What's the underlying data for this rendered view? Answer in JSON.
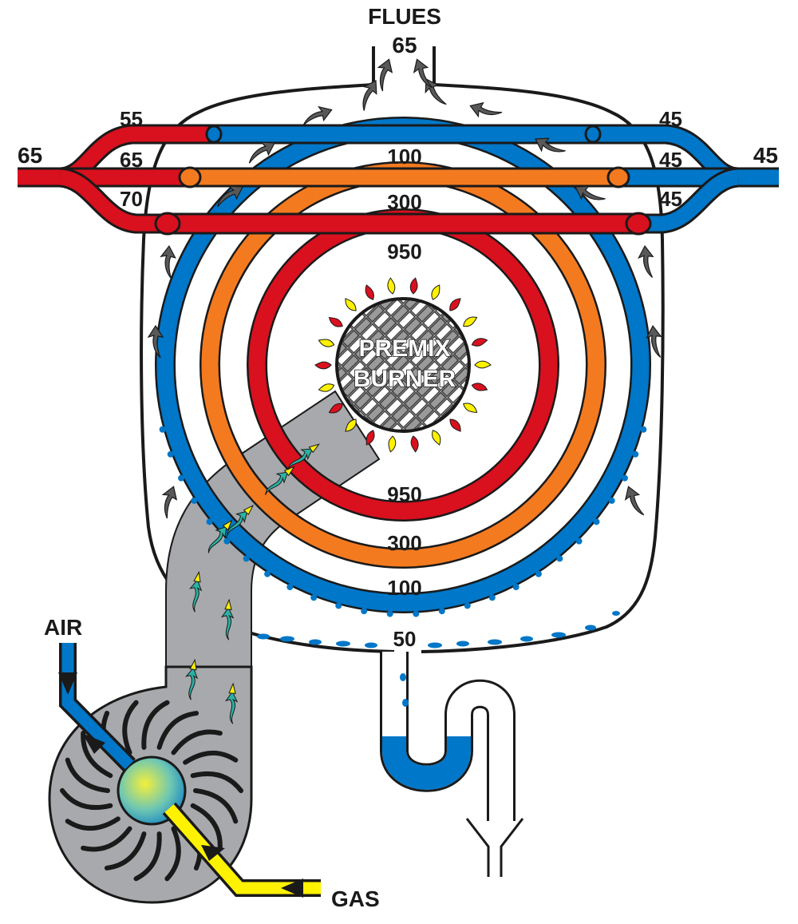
{
  "labels": {
    "flues": "FLUES",
    "flue_temp": "65",
    "air": "AIR",
    "gas": "GAS",
    "burner_line1": "PREMIX",
    "burner_line2": "BURNER",
    "flow_out": "65",
    "return_in": "45",
    "red_pipe_top": "55",
    "red_pipe_mid": "65",
    "red_pipe_bottom": "70",
    "blue_pipe_top": "45",
    "blue_pipe_mid": "45",
    "blue_pipe_bottom": "45",
    "ring_blue_top": "100",
    "ring_orange_top": "300",
    "ring_red_top": "950",
    "ring_red_bottom": "950",
    "ring_orange_bottom": "300",
    "ring_blue_bottom": "100",
    "condensate_temp": "50"
  },
  "colors": {
    "hot_red": "#d9101e",
    "mid_orange": "#f47a20",
    "cool_blue": "#0077c8",
    "gas_yellow": "#fff200",
    "duct_grey": "#a7a9ac",
    "flue_arrow": "#595959",
    "outline": "#1a1a1a"
  }
}
